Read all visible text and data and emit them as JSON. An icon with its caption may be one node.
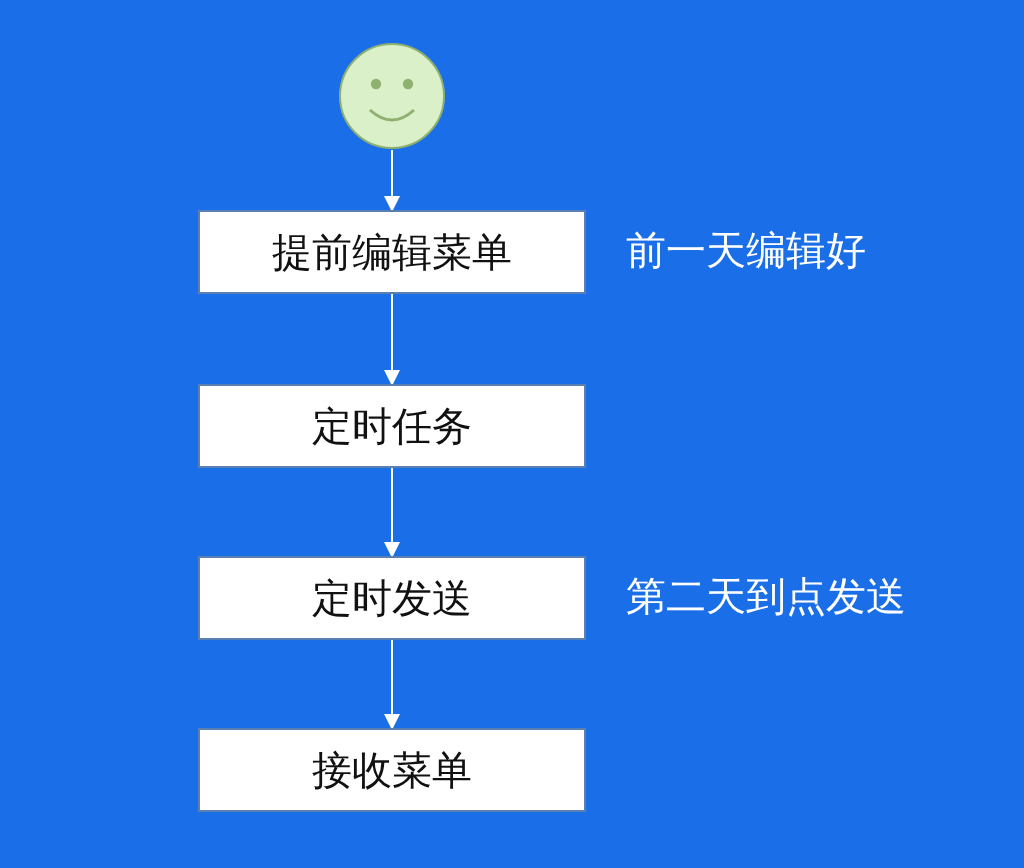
{
  "diagram": {
    "nodes": [
      {
        "text": [],
        "shape": "circle"
      },
      {
        "text": [
          "提前编辑菜单"
        ],
        "beside": [
          "前一天编辑好"
        ]
      },
      {
        "text": [
          "定时任务"
        ]
      },
      {
        "text": [
          "定时发送"
        ],
        "beside": [
          "第二天到点发送"
        ]
      },
      {
        "text": [
          "接收菜单"
        ]
      }
    ],
    "edges": [
      {
        "from": 0,
        "to": 1,
        "arrow": "to"
      },
      {
        "from": 1,
        "to": 2,
        "arrow": "to"
      },
      {
        "from": 2,
        "to": 3,
        "arrow": "to"
      },
      {
        "from": 3,
        "to": 4,
        "arrow": "to"
      }
    ]
  }
}
